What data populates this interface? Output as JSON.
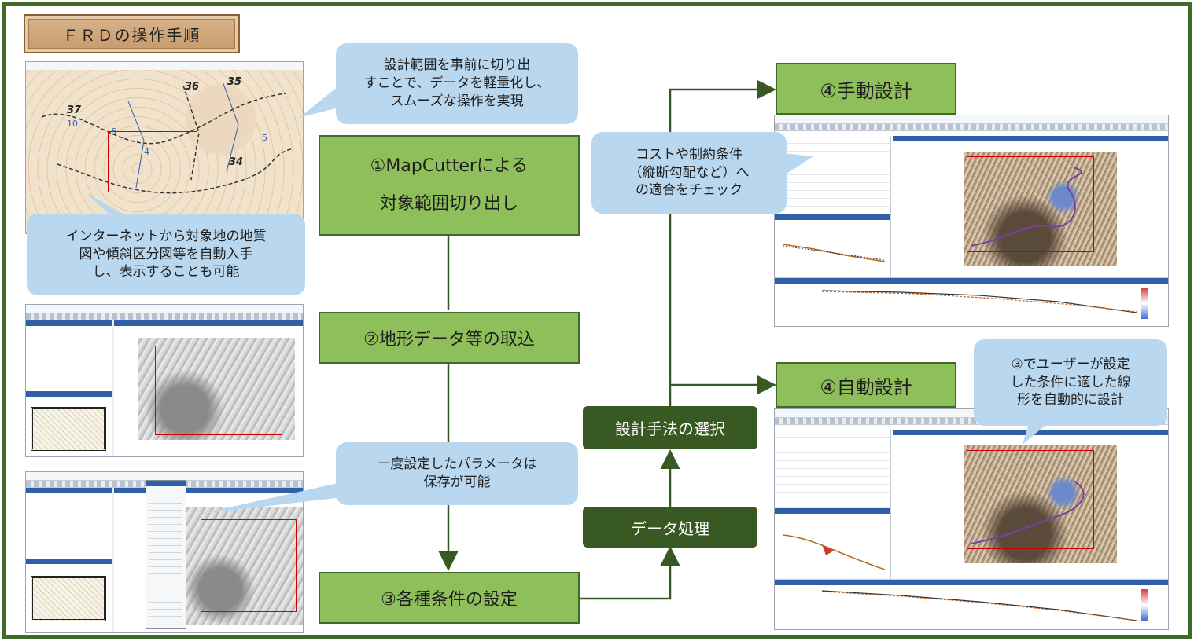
{
  "title": "ＦＲＤの操作手順",
  "steps": {
    "step1_line1": "①MapCutterによる",
    "step1_line2": "対象範囲切り出し",
    "step2": "②地形データ等の取込",
    "step3": "③各種条件の設定",
    "data_processing": "データ処理",
    "method_select": "設計手法の選択",
    "manual_design": "④手動設計",
    "auto_design": "④自動設計"
  },
  "bubbles": {
    "cut_range": "設計範囲を事前に切り出\nすことで、データを軽量化し、\nスムーズな操作を実現",
    "internet": "インターネットから対象地の地質\n図や傾斜区分図等を自動入手\nし、表示することも可能",
    "params": "一度設定したパラメータは\n保存が可能",
    "cost_check": "コストや制約条件\n（縦断勾配など）へ\nの適合をチェック",
    "auto_desc": "③でユーザーが設定\nした条件に適した線\n形を自動的に設計"
  },
  "map_numbers": [
    "37",
    "10",
    "36",
    "35",
    "34",
    "5",
    "6",
    "4"
  ],
  "colors": {
    "frame": "#3e6b2a",
    "step_box": "#8fbf5a",
    "dark_box": "#385a22",
    "bubble": "#b9d7ef",
    "arrow": "#385a22"
  }
}
